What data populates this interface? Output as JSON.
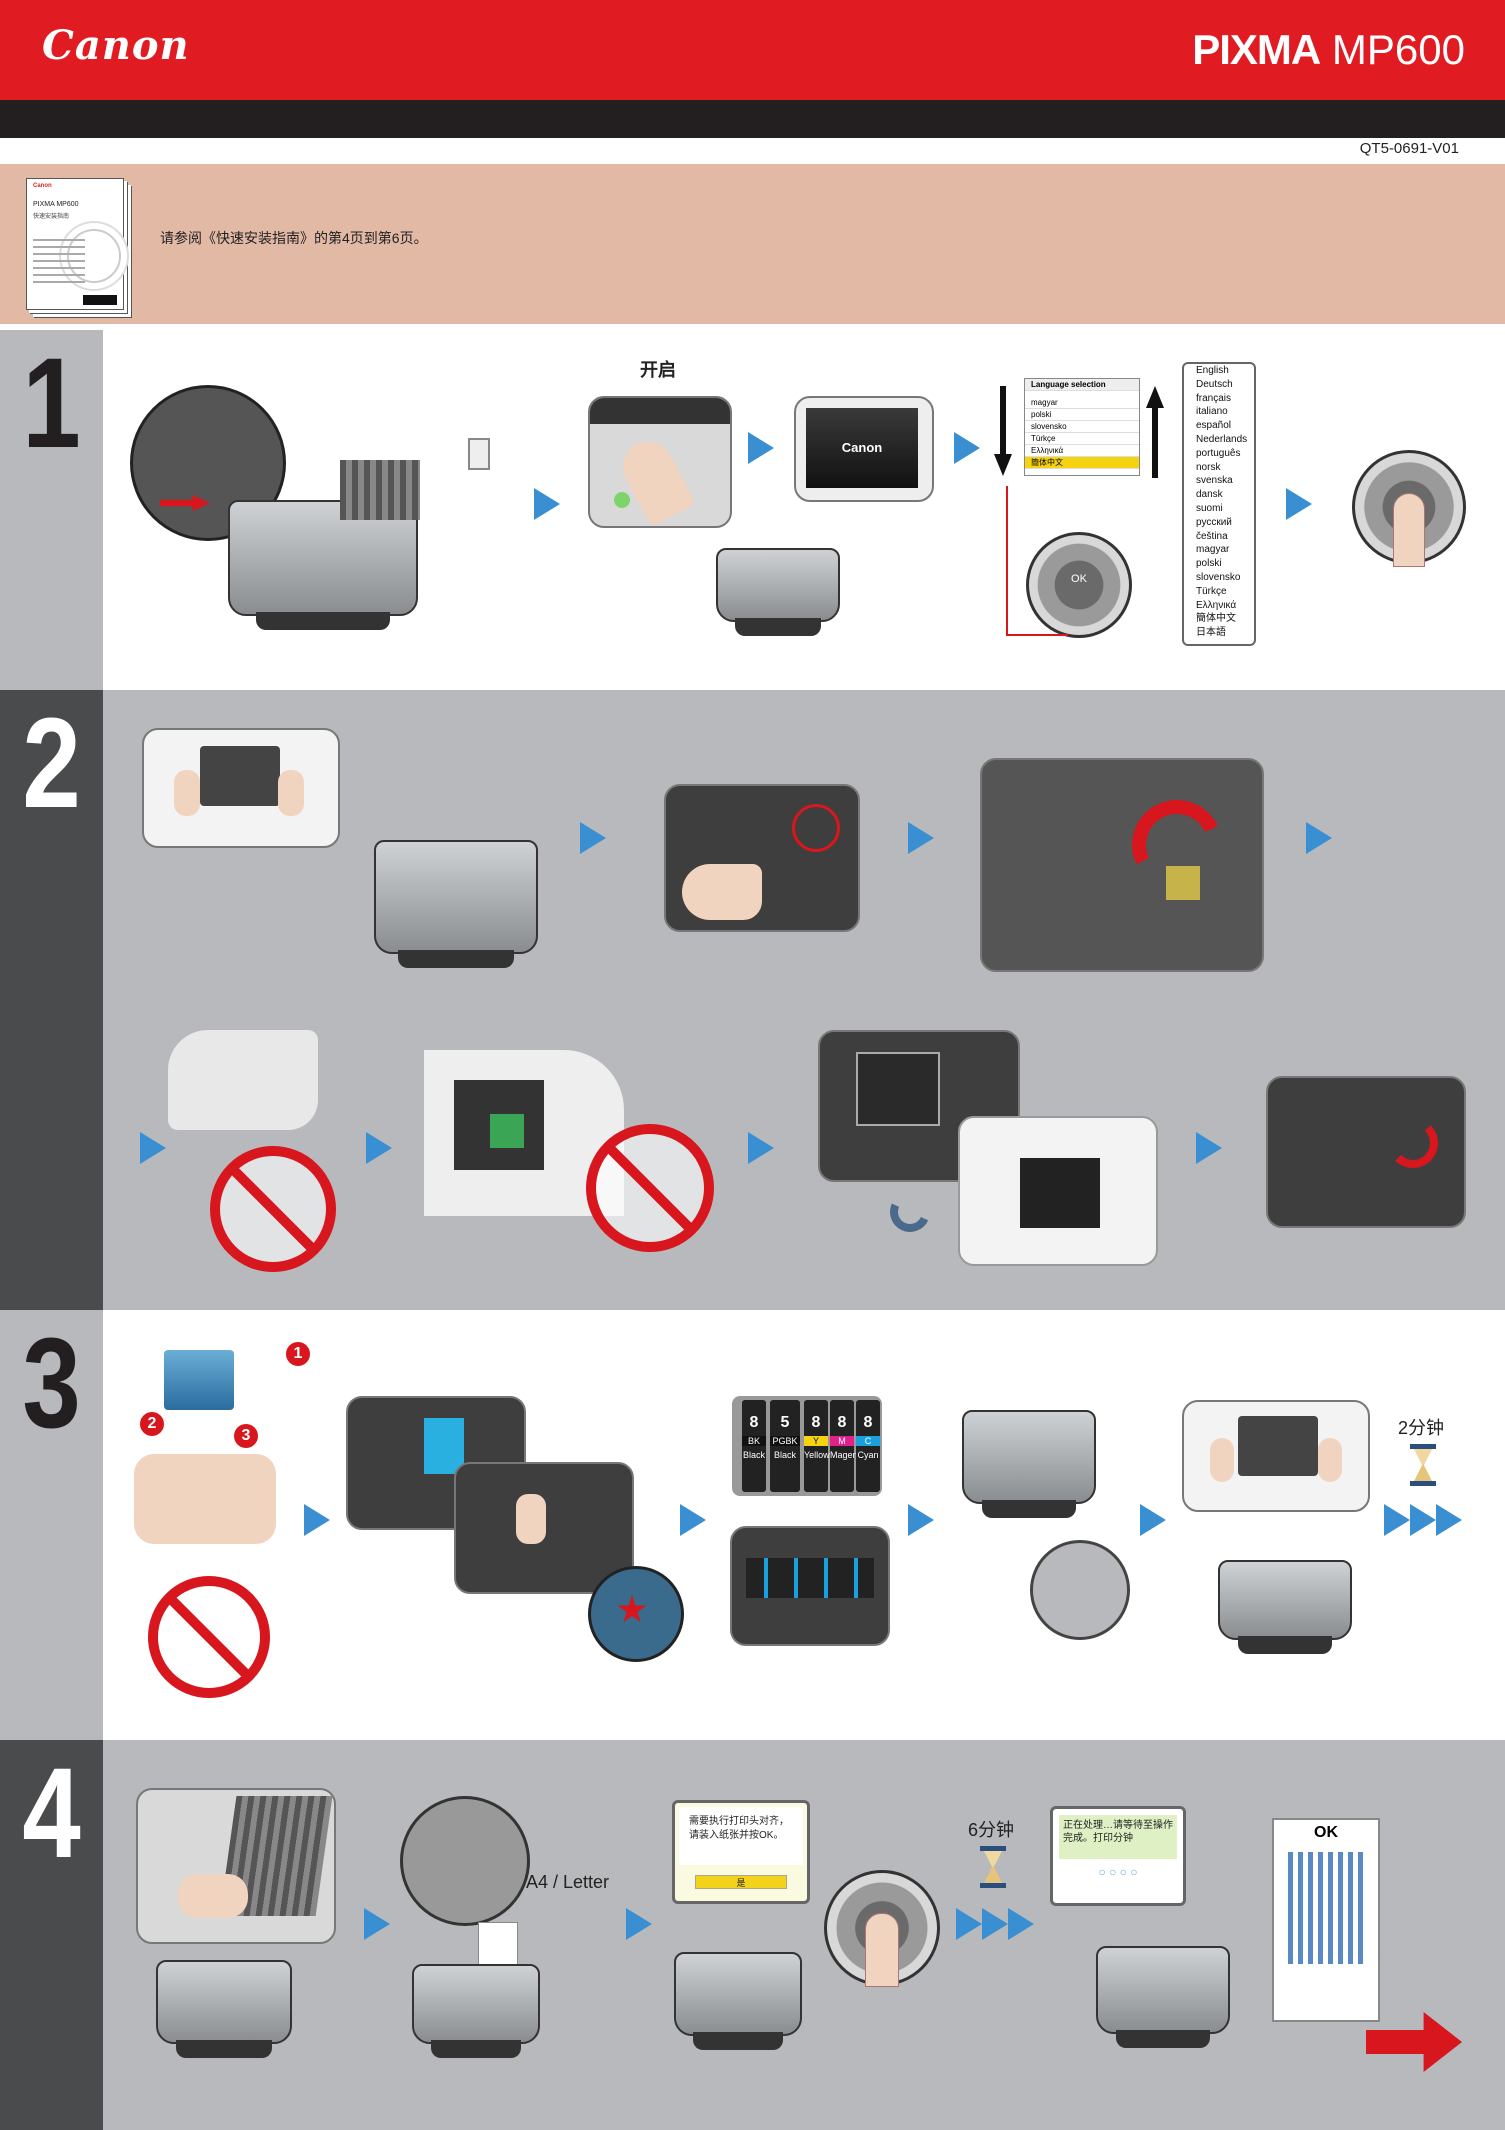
{
  "header": {
    "brand": "Canon",
    "model_prefix": "PIXMA",
    "model_number": "MP600"
  },
  "doc_code": "QT5-0691-V01",
  "reference": {
    "text": "请参阅《快速安装指南》的第4页到第6页。",
    "booklet_brand": "Canon",
    "booklet_model": "PIXMA MP600",
    "booklet_title": "快速安装指南"
  },
  "step1": {
    "number": "1",
    "power_label": "开启",
    "language_title": "Language selection",
    "language_screen": [
      "magyar",
      "polski",
      "slovensko",
      "Türkçe",
      "Ελληνικά",
      "簡体中文"
    ],
    "languages": [
      "English",
      "Deutsch",
      "français",
      "italiano",
      "español",
      "Nederlands",
      "português",
      "norsk",
      "svenska",
      "dansk",
      "suomi",
      "русский",
      "čeština",
      "magyar",
      "polski",
      "slovensko",
      "Türkçe",
      "Ελληνικά",
      "簡体中文",
      "日本語"
    ],
    "ok_label": "OK",
    "screen_brand": "Canon"
  },
  "step2": {
    "number": "2"
  },
  "step3": {
    "number": "3",
    "callouts": [
      "1",
      "2",
      "3"
    ],
    "inks": [
      {
        "num": "8",
        "code": "BK",
        "name": "Black",
        "color": "#111111"
      },
      {
        "num": "5",
        "code": "PGBK",
        "name": "Black",
        "color": "#111111"
      },
      {
        "num": "8",
        "code": "Y",
        "name": "Yellow",
        "color": "#f5d311"
      },
      {
        "num": "8",
        "code": "M",
        "name": "Magenta",
        "color": "#e0218a"
      },
      {
        "num": "8",
        "code": "C",
        "name": "Cyan",
        "color": "#1aa0dc"
      }
    ],
    "wait_time": "2分钟"
  },
  "step4": {
    "number": "4",
    "paper_size": "A4 / Letter",
    "confirm_prompt": "需要执行打印头对齐，请装入纸张并按OK。",
    "yes_label": "是",
    "wait_time": "6分钟",
    "progress_text": "正在处理…请等待至操作完成。打印分钟",
    "ok_label": "OK"
  },
  "colors": {
    "canon_red": "#e11b22",
    "arrow_blue": "#3a8fd3",
    "band_gray": "#b7b9bc",
    "label_dark": "#4a4b4d",
    "label_light": "#b7b9bc",
    "ref_band": "#e2b9a5"
  }
}
